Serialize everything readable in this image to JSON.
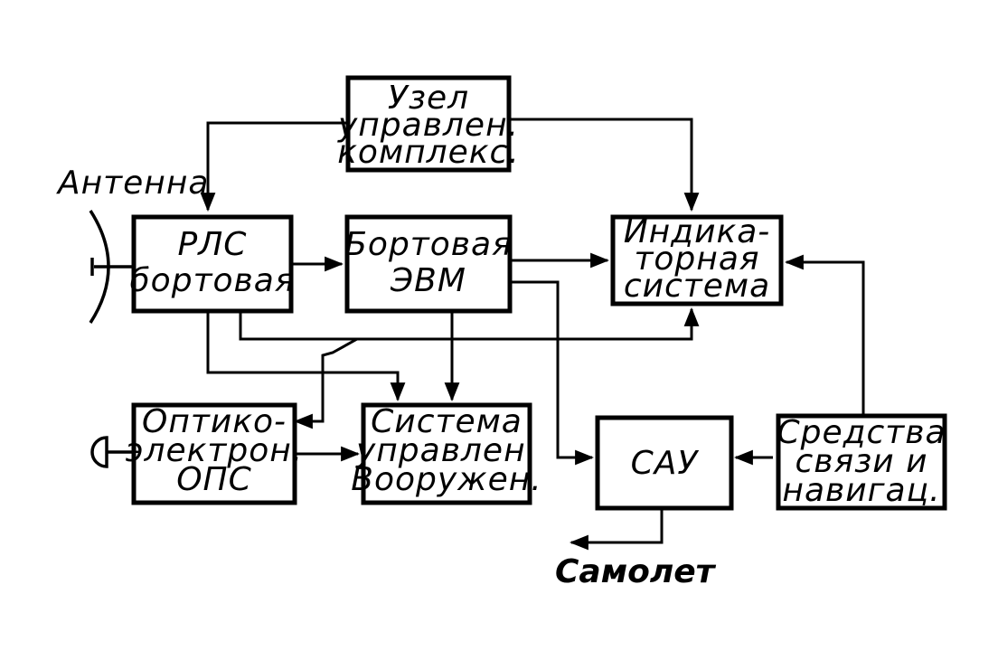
{
  "blocks": {
    "control_node": [
      "Узел",
      "управлен.",
      "комплекс."
    ],
    "radar": [
      "РЛС",
      "бортовая"
    ],
    "computer": [
      "Бортовая",
      "ЭВМ"
    ],
    "indicator": [
      "Индика-",
      "торная",
      "система"
    ],
    "optical": [
      "Оптико-",
      "электрон.",
      "ОПС"
    ],
    "weapons": [
      "Система",
      "управлен.",
      "Вооружен."
    ],
    "autopilot": [
      "САУ"
    ],
    "navigation": [
      "Средства",
      "связи и",
      "навигац."
    ]
  },
  "labels": {
    "antenna": "Антенна",
    "aircraft": "Самолет"
  }
}
